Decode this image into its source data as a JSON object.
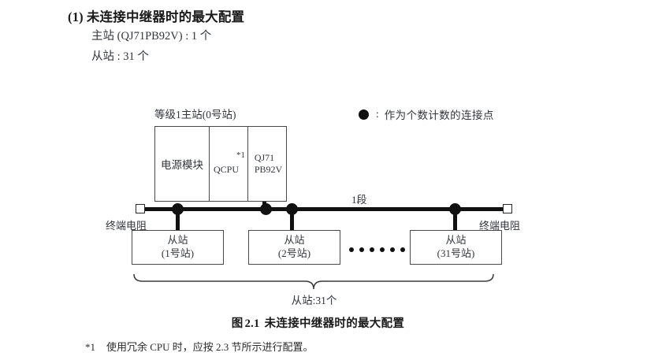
{
  "heading": {
    "number": "(1)",
    "title": "未连接中继器时的最大配置",
    "master_line": "主站 (QJ71PB92V) : 1 个",
    "slave_line": "从站 : 31 个"
  },
  "legend": {
    "symbol": "filled-circle",
    "separator": ":",
    "text": "作为个数计数的连接点"
  },
  "diagram": {
    "master_caption": "等级1主站(0号站)",
    "master_modules": {
      "power_supply": "电源模块",
      "cpu": "QCPU",
      "cpu_note": "*1",
      "network_module_line1": "QJ71",
      "network_module_line2": "PB92V"
    },
    "segment_label": "1段",
    "terminal_resistor_left": "终端电阻",
    "terminal_resistor_right": "终端电阻",
    "slaves": [
      {
        "name": "从站",
        "station": "(1号站)"
      },
      {
        "name": "从站",
        "station": "(2号站)"
      },
      {
        "name": "从站",
        "station": "(31号站)"
      }
    ],
    "ellipsis_dot_count": 6,
    "brace_label": "从站:31个"
  },
  "caption": {
    "prefix": "图",
    "number": "2.1",
    "text": "未连接中继器时的最大配置"
  },
  "footnote": {
    "mark": "*1",
    "text": "使用冗余 CPU 时，应按 2.3 节所示进行配置。"
  }
}
